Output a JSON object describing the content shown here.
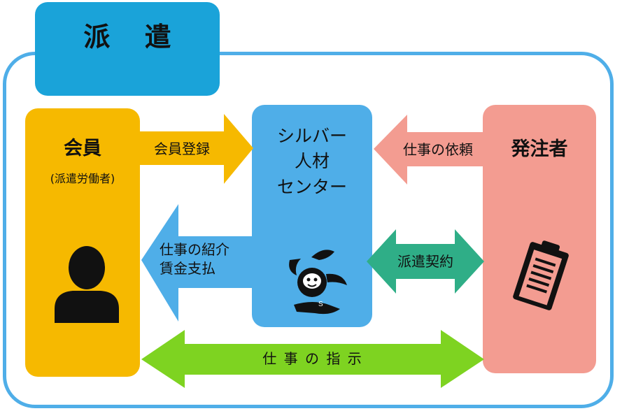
{
  "title": "派 遣",
  "nodes": {
    "member": {
      "title": "会員",
      "subtitle": "(派遣労働者)"
    },
    "center": {
      "title_lines": [
        "シルバー",
        "人材",
        "センター"
      ]
    },
    "client": {
      "title": "発注者"
    }
  },
  "arrows": {
    "registration": "会員登録",
    "request": "仕事の依頼",
    "introduction": [
      "仕事の紹介",
      "賃金支払"
    ],
    "contract": "派遣契約",
    "instruction": "仕 事 の 指 示"
  },
  "colors": {
    "frame": "#4faee8",
    "title_box": "#1aa3d9",
    "member": "#f6b900",
    "center": "#4faee8",
    "client": "#f39c91",
    "registration_arrow": "#f6b900",
    "request_arrow": "#f39c91",
    "introduction_arrow": "#4faee8",
    "contract_arrow": "#2fae87",
    "instruction_arrow": "#7ed321"
  },
  "icons": {
    "member": "person-icon",
    "center": "mascot-logo",
    "client": "clipboard-icon"
  }
}
